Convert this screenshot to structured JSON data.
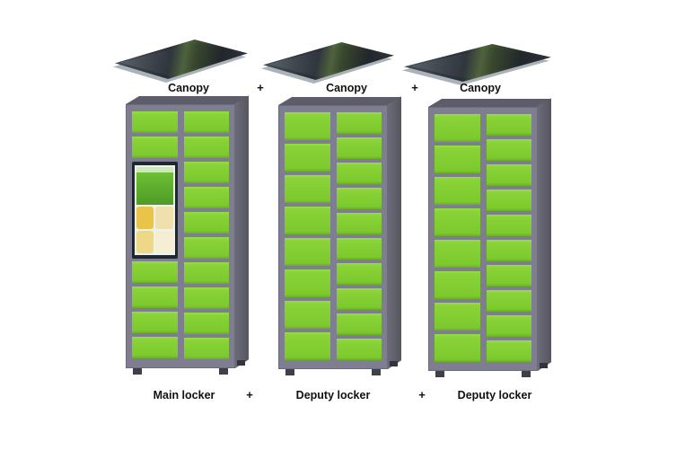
{
  "canopy_row": {
    "items": [
      "Canopy",
      "Canopy",
      "Canopy"
    ],
    "separator": "+"
  },
  "locker_row": {
    "items": [
      "Main locker",
      "Deputy locker",
      "Deputy locker"
    ],
    "separator": "+"
  },
  "colors": {
    "door_green": "#8ad338",
    "cabinet_gray": "#7e7e90",
    "canopy_dark": "#2a2f36",
    "background": "#ffffff",
    "label_text": "#111111"
  }
}
